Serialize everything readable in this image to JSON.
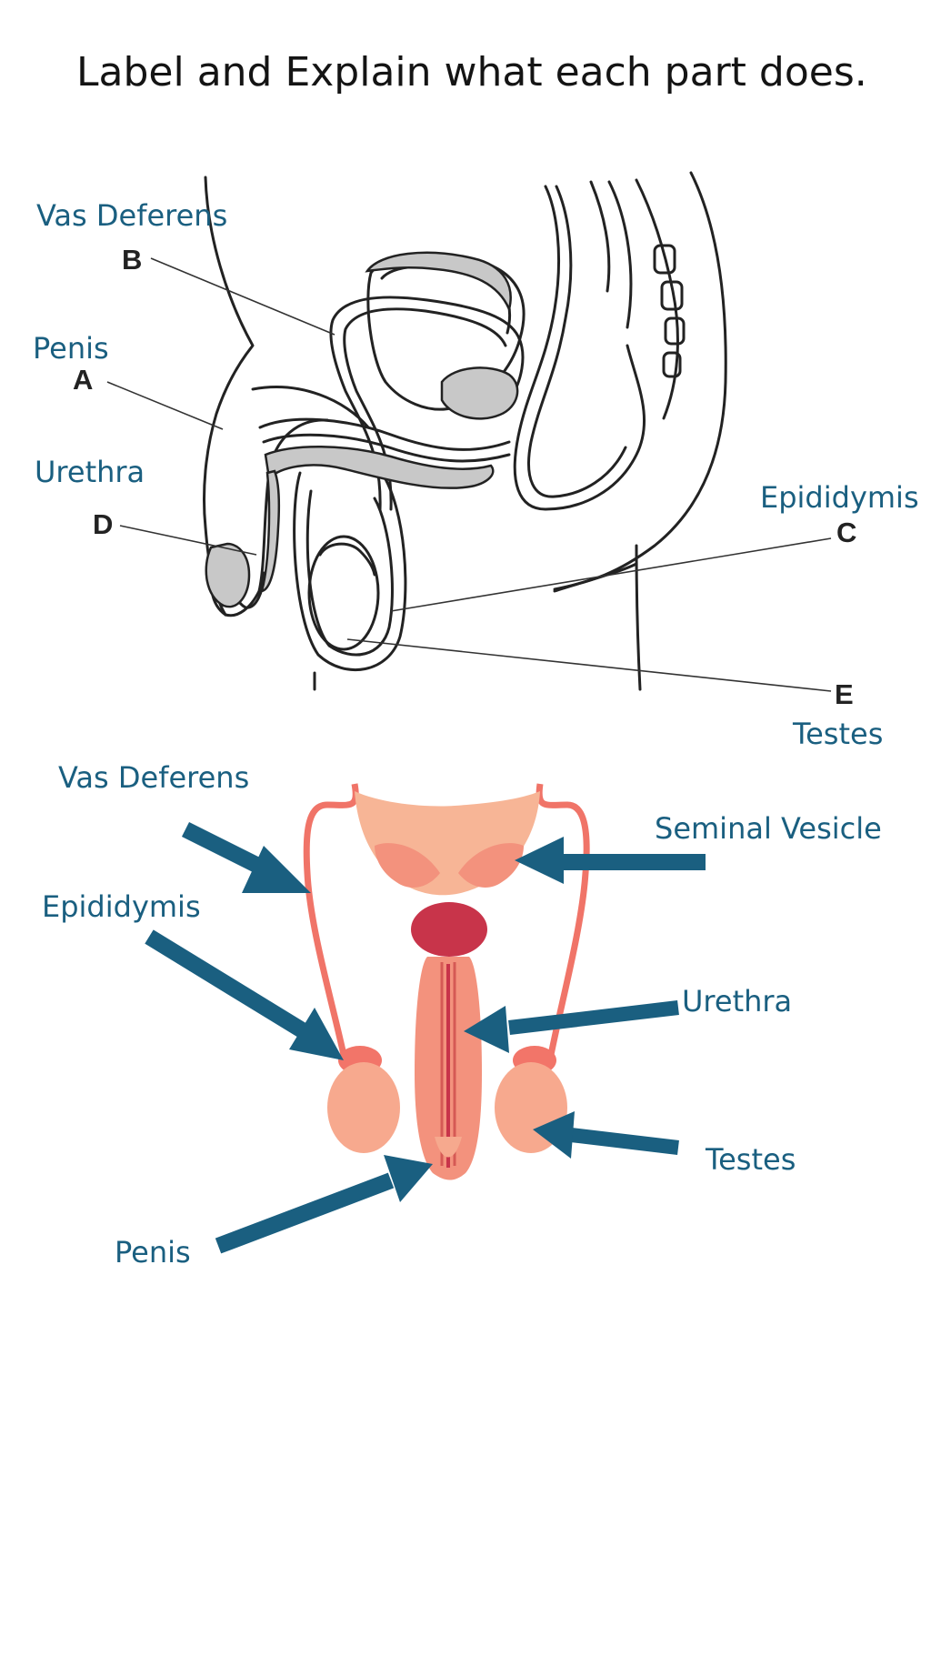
{
  "title": "Label and Explain what each part does.",
  "top_diagram": {
    "handwritten_labels": {
      "vas_deferens": "Vas Deferens",
      "penis": "Penis",
      "urethra": "Urethra",
      "epididymis": "Epididymis",
      "testes": "Testes"
    },
    "letters": {
      "a": "A",
      "b": "B",
      "c": "C",
      "d": "D",
      "e": "E"
    }
  },
  "bottom_diagram": {
    "labels": {
      "vas_deferens": "Vas Deferens",
      "seminal_vesicle": "Seminal Vesicle",
      "epididymis": "Epididymis",
      "urethra": "Urethra",
      "testes": "Testes",
      "penis": "Penis"
    }
  },
  "colors": {
    "label_blue": "#1a5f80",
    "arrow_blue": "#1a5f80",
    "title_text": "#141414",
    "line_art": "#222222",
    "organ_gray": "#c8c8c8",
    "organ_salmon": "#f3927d",
    "organ_peach": "#f7b596",
    "prostate_red": "#c8344a"
  }
}
